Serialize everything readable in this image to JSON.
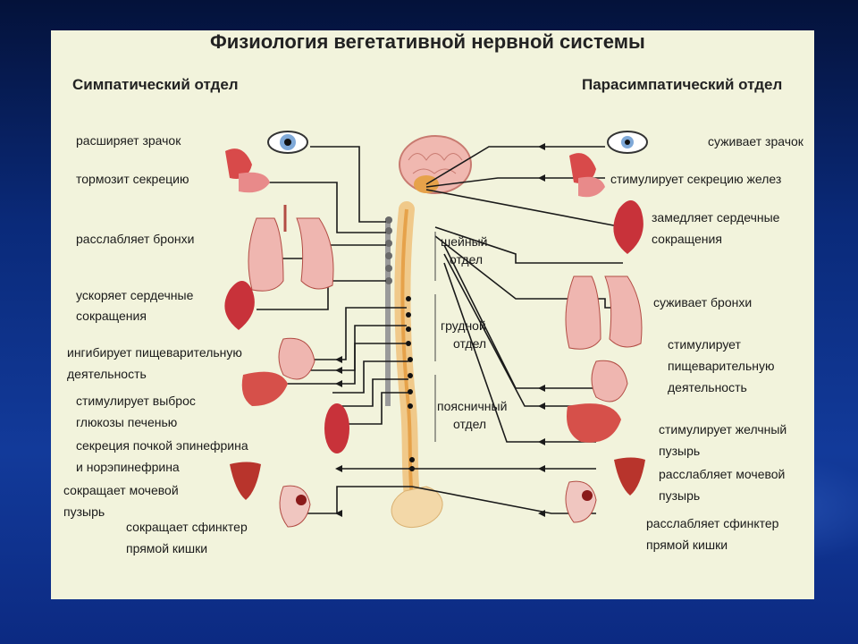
{
  "title": "Физиология вегетативной нервной системы",
  "sympathetic": {
    "heading": "Симпатический отдел",
    "effects": [
      "расширяет зрачок",
      "тормозит секрецию",
      "расслабляет бронхи",
      "ускоряет сердечные",
      "сокращения",
      "ингибирует пищеварительную",
      "деятельность",
      "стимулирует выброс",
      "глюкозы печенью",
      "секреция почкой эпинефрина",
      "и норэпинефрина",
      "сокращает мочевой",
      "пузырь",
      "сокращает сфинктер",
      "прямой кишки"
    ]
  },
  "parasympathetic": {
    "heading": "Парасимпатический отдел",
    "effects": [
      "суживает зрачок",
      "стимулирует секрецию желез",
      "замедляет сердечные",
      "сокращения",
      "суживает бронхи",
      "стимулирует",
      "пищеварительную",
      "деятельность",
      "стимулирует желчный",
      "пузырь",
      "расслабляет мочевой",
      "пузырь",
      "расслабляет сфинктер",
      "прямой кишки"
    ]
  },
  "spine_sections": [
    "шейный",
    "отдел",
    "грудной",
    "отдел",
    "поясничный",
    "отдел"
  ],
  "colors": {
    "panel_bg": "#f2f3dc",
    "nerve_line": "#1a1a1a",
    "organ_red": "#c8323a",
    "organ_pink": "#e7a8a0",
    "spine": "#f0c98a",
    "chain": "#9a9a9a"
  }
}
